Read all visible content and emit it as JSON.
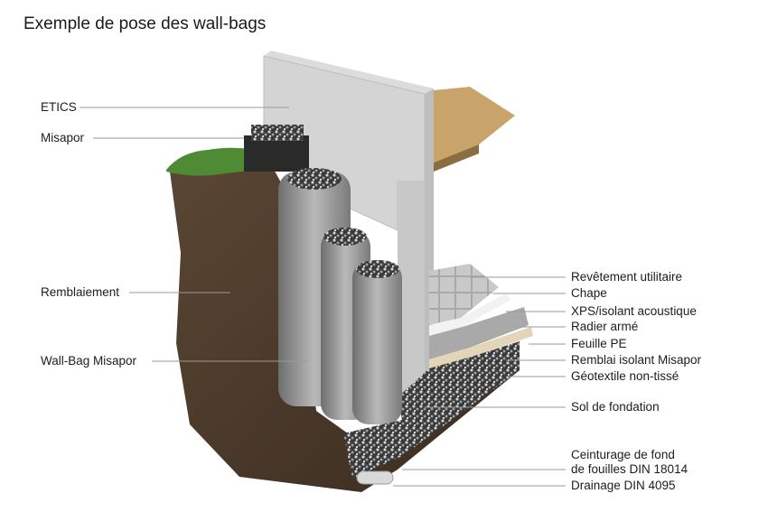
{
  "title": "Exemple de pose des wall-bags",
  "labels_left": [
    {
      "id": "etics",
      "text": "ETICS"
    },
    {
      "id": "misapor",
      "text": "Misapor"
    },
    {
      "id": "remblaiement",
      "text": "Remblaiement"
    },
    {
      "id": "wall-bag",
      "text": "Wall-Bag Misapor"
    }
  ],
  "labels_right": [
    {
      "id": "revetement",
      "text": "Revêtement utilitaire"
    },
    {
      "id": "chape",
      "text": "Chape"
    },
    {
      "id": "xps",
      "text": "XPS/isolant acoustique"
    },
    {
      "id": "radier",
      "text": "Radier armé"
    },
    {
      "id": "feuille-pe",
      "text": "Feuille PE"
    },
    {
      "id": "remblai-isolant",
      "text": "Remblai isolant Misapor"
    },
    {
      "id": "geotextile",
      "text": "Géotextile non-tissé"
    },
    {
      "id": "sol",
      "text": "Sol de fondation"
    },
    {
      "id": "ceinturage-1",
      "text": "Ceinturage de fond"
    },
    {
      "id": "ceinturage-2",
      "text": "de fouilles DIN 18014"
    },
    {
      "id": "drainage",
      "text": "Drainage DIN 4095"
    }
  ]
}
